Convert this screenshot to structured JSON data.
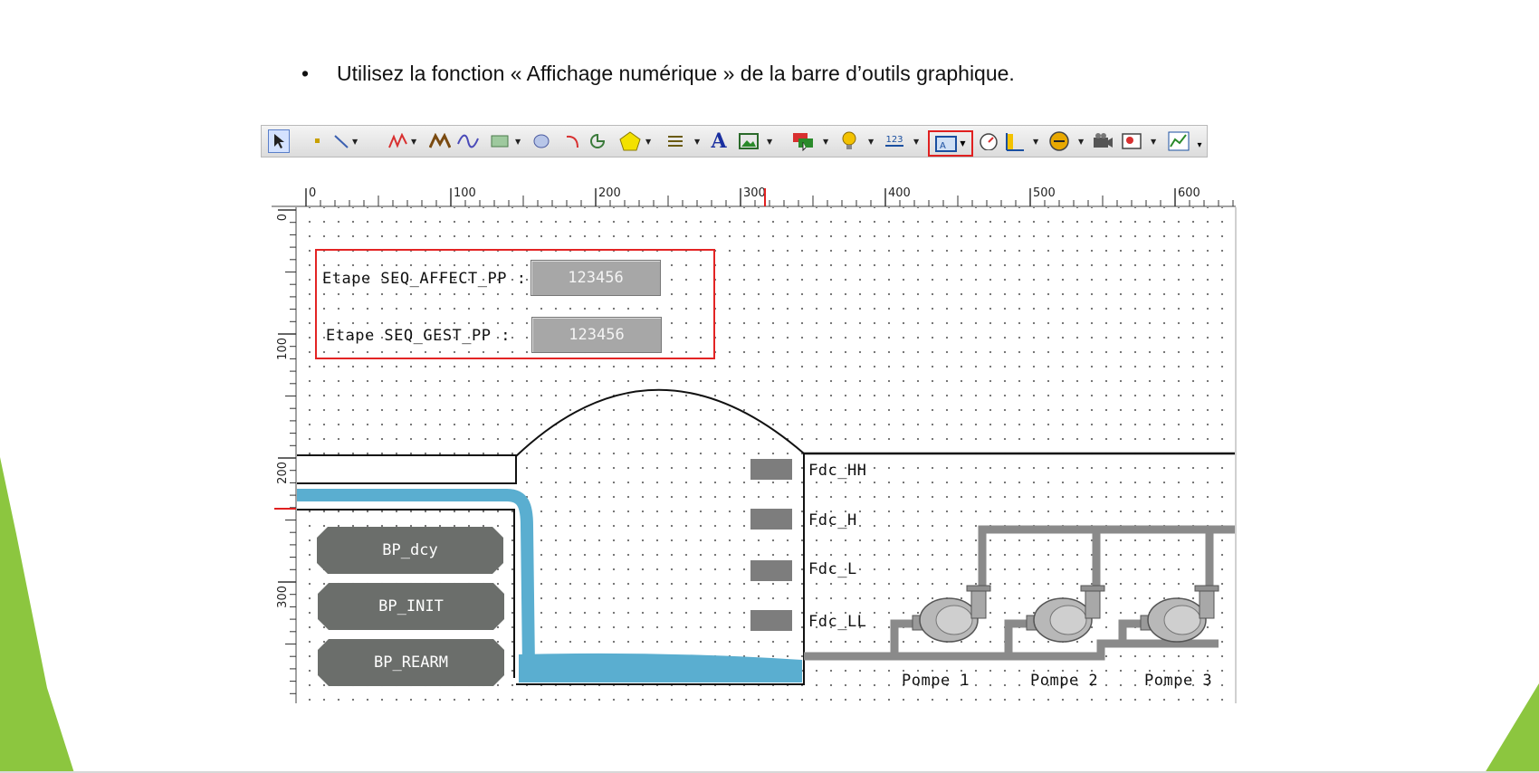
{
  "slide": {
    "bullet_symbol": "•",
    "instruction": "Utilisez la fonction « Affichage numérique » de la barre d’outils graphique.",
    "accent_color": "#8cc63f"
  },
  "toolbar": {
    "tools": [
      {
        "name": "pointer-icon",
        "selected": true
      },
      {
        "name": "point-icon"
      },
      {
        "name": "line-icon"
      },
      {
        "name": "polyline-icon"
      },
      {
        "name": "bezier-icon"
      },
      {
        "name": "wave-icon"
      },
      {
        "name": "rectangle-icon"
      },
      {
        "name": "ellipse-icon"
      },
      {
        "name": "arc-icon"
      },
      {
        "name": "pie-icon"
      },
      {
        "name": "polygon-icon"
      },
      {
        "name": "text-lines-icon"
      },
      {
        "name": "text-icon"
      },
      {
        "name": "image-icon"
      },
      {
        "name": "button-icon"
      },
      {
        "name": "bulb-icon"
      },
      {
        "name": "numeric-display-icon",
        "highlighted": true
      },
      {
        "name": "gauge-icon"
      },
      {
        "name": "bargraph-icon"
      },
      {
        "name": "meter-icon"
      },
      {
        "name": "camera-icon"
      },
      {
        "name": "alarm-icon"
      },
      {
        "name": "trend-icon"
      }
    ],
    "text_icon_glyph": "A",
    "numeric_icon_glyph": "123",
    "highlight_color": "#e02020"
  },
  "rulers": {
    "top_labels": [
      "0",
      "100",
      "200",
      "300",
      "400",
      "500",
      "600"
    ],
    "left_labels": [
      "0",
      "100",
      "200",
      "300"
    ]
  },
  "hmi": {
    "steps": [
      {
        "label": "Etape SEQ_AFFECT_PP :",
        "value": "123456"
      },
      {
        "label": "Etape SEQ_GEST_PP :",
        "value": "123456"
      }
    ],
    "buttons": [
      "BP_dcy",
      "BP_INIT",
      "BP_REARM"
    ],
    "level_sensors": [
      "Fdc_HH",
      "Fdc_H",
      "Fdc_L",
      "Fdc_LL"
    ],
    "pumps": [
      "Pompe 1",
      "Pompe 2",
      "Pompe 3"
    ],
    "water_color": "#5aaed0",
    "pipe_color": "#8a8a8a"
  }
}
